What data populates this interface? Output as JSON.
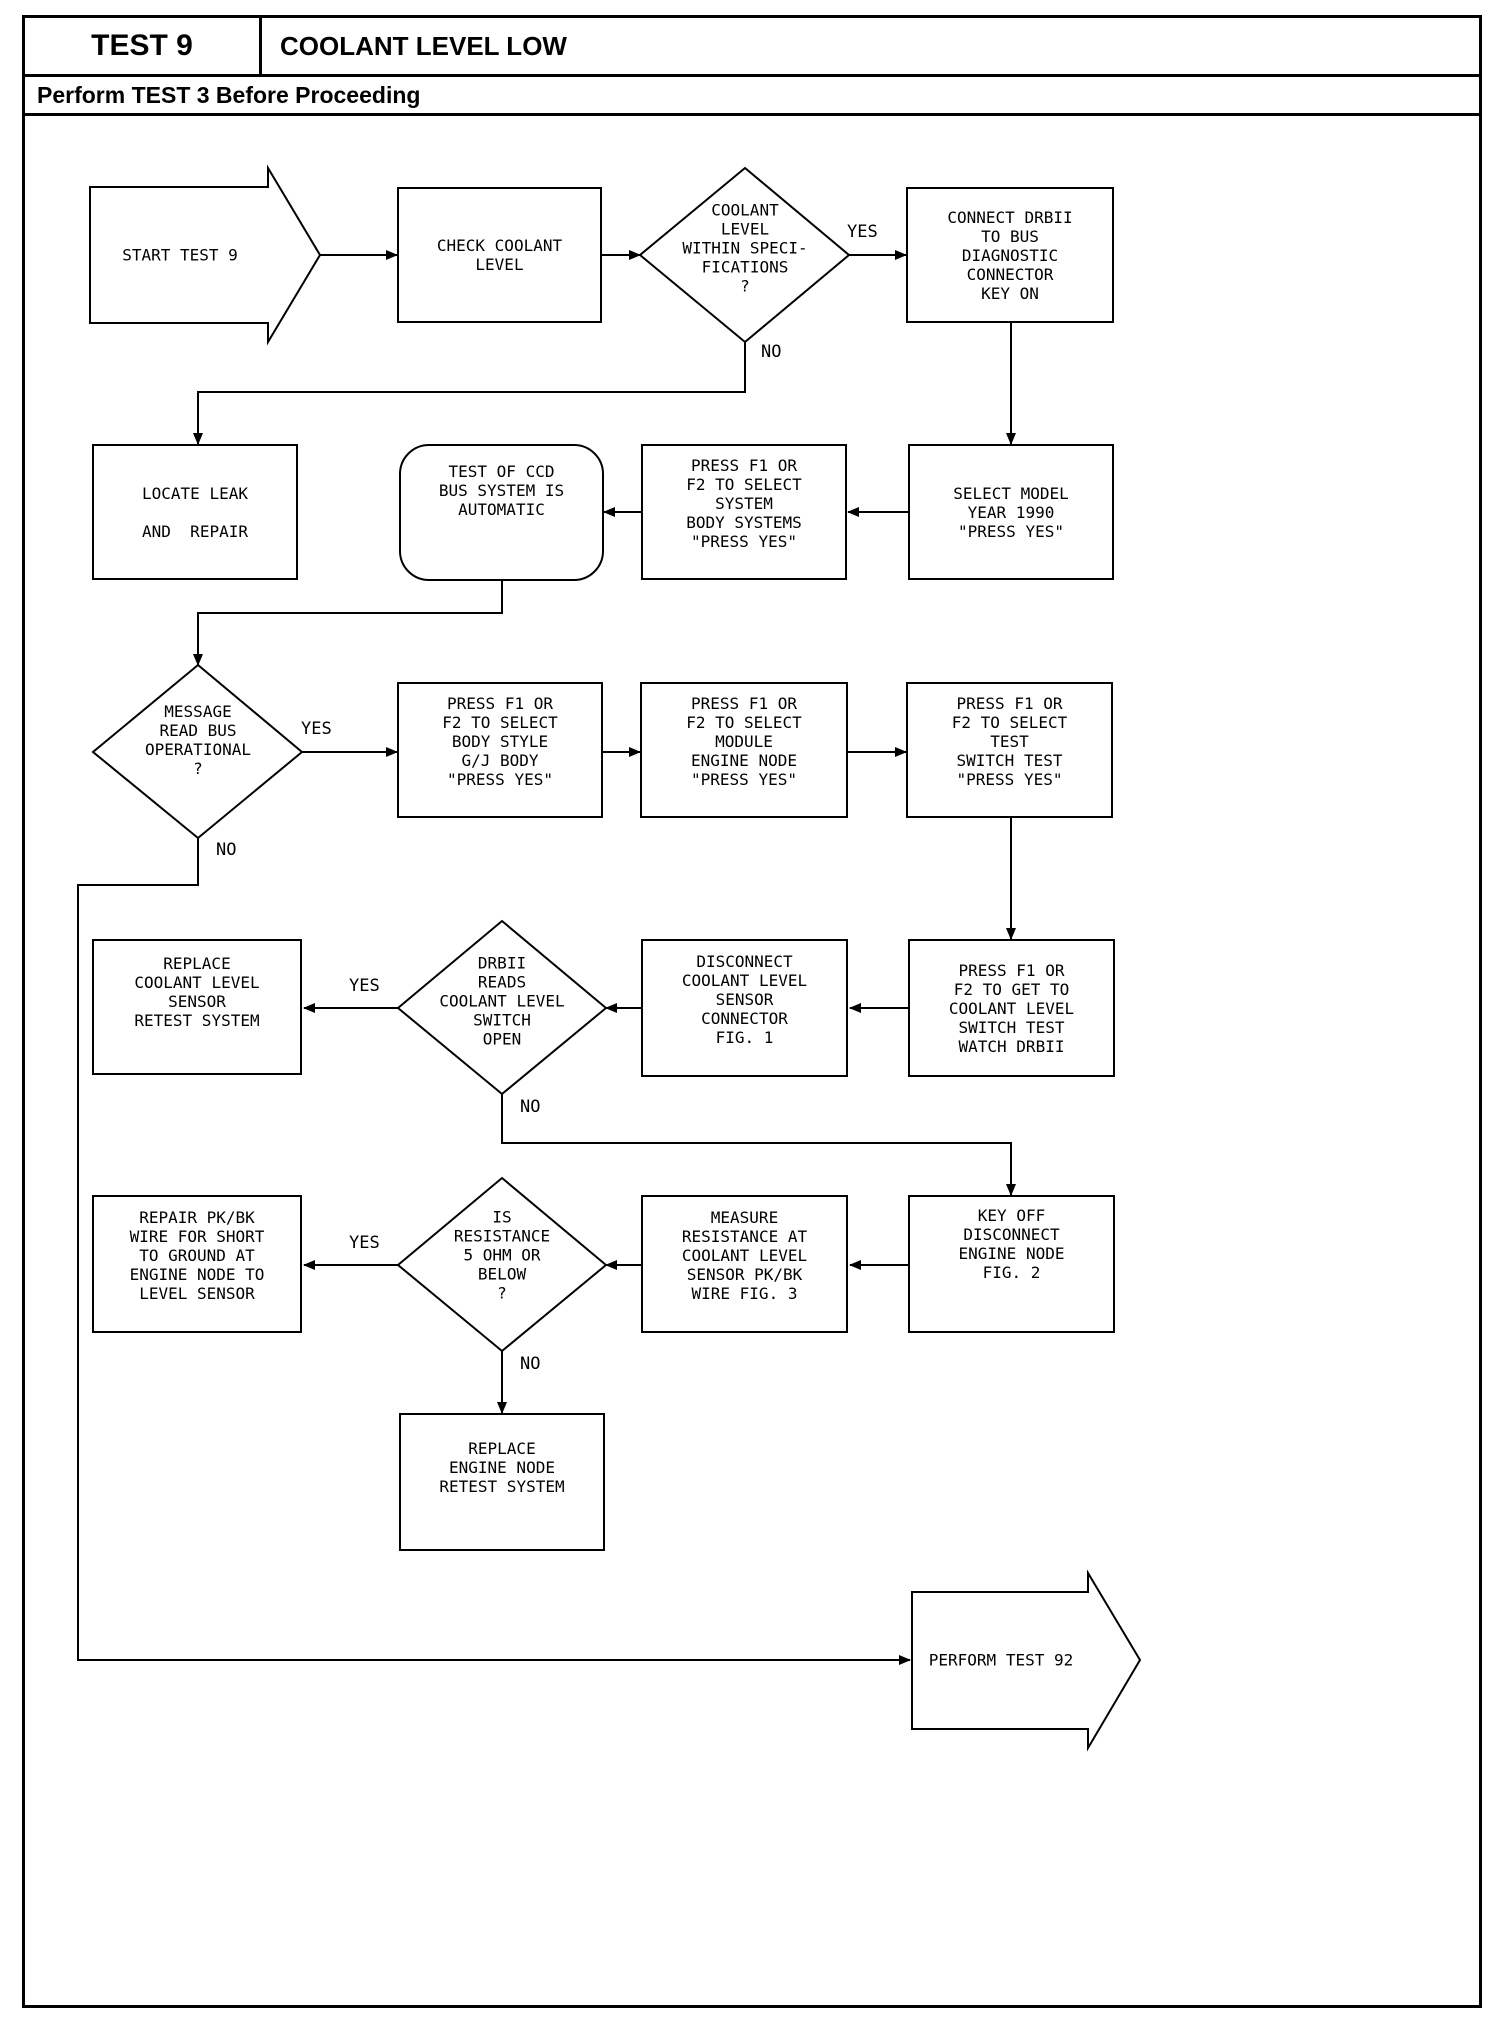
{
  "header": {
    "test_number": "TEST 9",
    "title": "COOLANT LEVEL LOW",
    "subtitle": "Perform TEST 3 Before Proceeding"
  },
  "nodes": {
    "start": "START TEST 9",
    "check_coolant": "CHECK COOLANT\nLEVEL",
    "coolant_within_spec": "COOLANT\nLEVEL\nWITHIN SPECI-\nFICATIONS\n?",
    "connect_drbii": "CONNECT DRBII\nTO BUS\nDIAGNOSTIC\nCONNECTOR\nKEY ON",
    "locate_leak": "LOCATE LEAK\n\nAND  REPAIR",
    "test_ccd": "TEST OF CCD\nBUS SYSTEM IS\nAUTOMATIC",
    "press_body_systems": "PRESS F1 OR\nF2 TO SELECT\nSYSTEM\nBODY SYSTEMS\n\"PRESS YES\"",
    "select_model_year": "SELECT MODEL\nYEAR 1990\n\"PRESS YES\"",
    "message_read_bus": "MESSAGE\nREAD BUS\nOPERATIONAL\n?",
    "press_body_style": "PRESS F1 OR\nF2 TO SELECT\nBODY STYLE\nG/J BODY\n\"PRESS YES\"",
    "press_module": "PRESS F1 OR\nF2 TO SELECT\nMODULE\nENGINE NODE\n\"PRESS YES\"",
    "press_test": "PRESS F1 OR\nF2 TO SELECT\nTEST\nSWITCH TEST\n\"PRESS YES\"",
    "replace_sensor": "REPLACE\nCOOLANT LEVEL\nSENSOR\nRETEST SYSTEM",
    "drbii_reads": "DRBII\nREADS\nCOOLANT LEVEL\nSWITCH\nOPEN",
    "disconnect_sensor": "DISCONNECT\nCOOLANT LEVEL\nSENSOR\nCONNECTOR\nFIG. 1",
    "press_get_switch": "PRESS F1 OR\nF2 TO GET TO\nCOOLANT LEVEL\nSWITCH TEST\nWATCH DRBII",
    "repair_wire": "REPAIR PK/BK\nWIRE FOR SHORT\nTO GROUND AT\nENGINE NODE TO\nLEVEL SENSOR",
    "resistance_5ohm": "IS\nRESISTANCE\n5 OHM OR\nBELOW\n?",
    "measure_resistance": "MEASURE\nRESISTANCE AT\nCOOLANT LEVEL\nSENSOR PK/BK\nWIRE FIG. 3",
    "key_off": "KEY OFF\nDISCONNECT\nENGINE NODE\nFIG. 2",
    "replace_engine_node": "REPLACE\nENGINE NODE\nRETEST SYSTEM",
    "perform_test_92": "PERFORM TEST 92"
  },
  "edge_labels": {
    "yes": "YES",
    "no": "NO"
  }
}
